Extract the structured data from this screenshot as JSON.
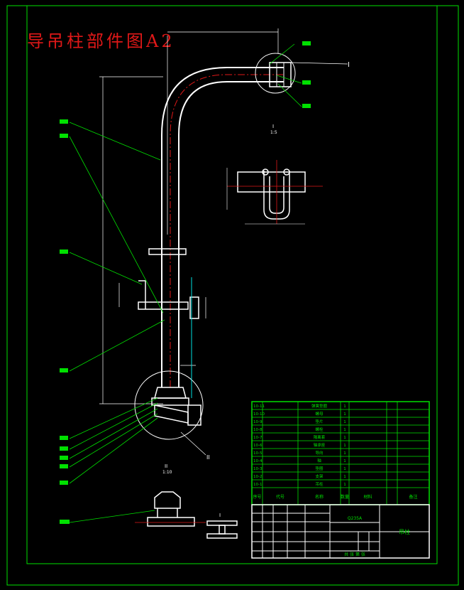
{
  "title": "导吊柱部件图A2",
  "labels": {
    "detail_view_label": "I",
    "detail_view_scale": "1:5",
    "section_view_label": "II",
    "section_view_scale": "1:10",
    "section_marker_1": "I",
    "section_marker_2": "II",
    "small_section_label": "I"
  },
  "parts_list": {
    "rows": [
      {
        "no": "10-11",
        "name": "弹簧垫圈",
        "qty": "1"
      },
      {
        "no": "10-10",
        "name": "螺母",
        "qty": "1"
      },
      {
        "no": "10-9",
        "name": "垫片",
        "qty": "1"
      },
      {
        "no": "10-8",
        "name": "螺栓",
        "qty": "1"
      },
      {
        "no": "10-7",
        "name": "隔离套",
        "qty": "1"
      },
      {
        "no": "10-6",
        "name": "轴承座",
        "qty": "1"
      },
      {
        "no": "10-5",
        "name": "导向",
        "qty": "1"
      },
      {
        "no": "10-4",
        "name": "轴",
        "qty": "1"
      },
      {
        "no": "10-3",
        "name": "垫圈",
        "qty": "1"
      },
      {
        "no": "10-2",
        "name": "支架",
        "qty": "1"
      },
      {
        "no": "10-1",
        "name": "吊柱",
        "qty": "1"
      }
    ],
    "header": {
      "no": "序号",
      "code": "代号",
      "name": "名称",
      "qty": "数量",
      "material": "材料",
      "note": "备注"
    }
  },
  "title_block": {
    "drawing_name": "吊柱",
    "material": "Q235A",
    "sheet_info": "共 张 第 张"
  },
  "colors": {
    "background": "#000000",
    "geometry": "#ffffff",
    "leader": "#00e000",
    "centerline": "#e01818",
    "dimension": "#00e0e0",
    "title": "#e01818"
  }
}
